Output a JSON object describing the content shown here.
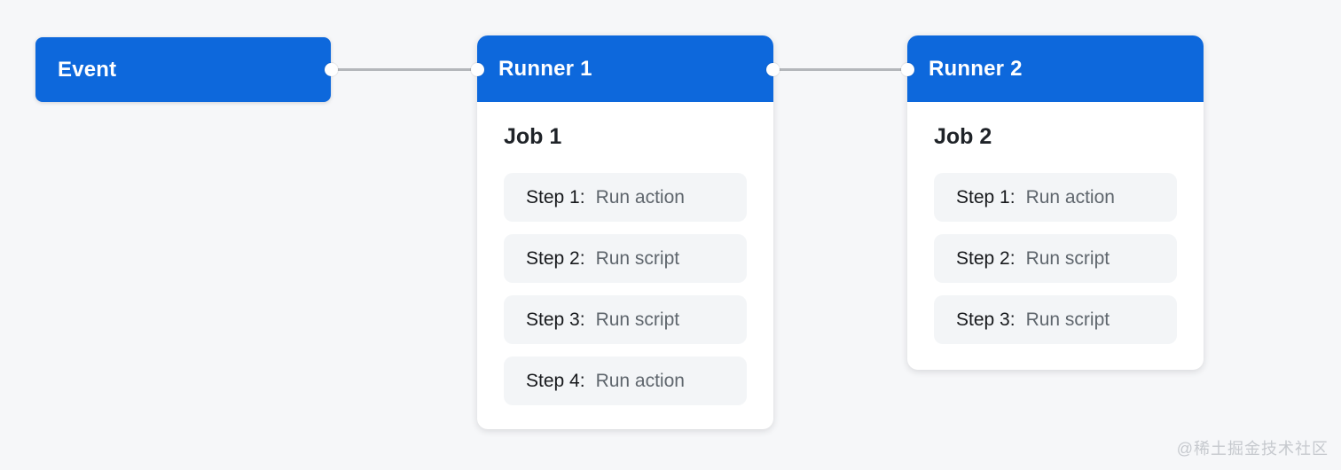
{
  "diagram": {
    "event": {
      "label": "Event"
    },
    "runners": [
      {
        "title": "Runner 1",
        "job": {
          "title": "Job 1",
          "steps": [
            {
              "label": "Step 1:",
              "action": "Run action"
            },
            {
              "label": "Step 2:",
              "action": "Run script"
            },
            {
              "label": "Step 3:",
              "action": "Run script"
            },
            {
              "label": "Step 4:",
              "action": "Run action"
            }
          ]
        }
      },
      {
        "title": "Runner 2",
        "job": {
          "title": "Job 2",
          "steps": [
            {
              "label": "Step 1:",
              "action": "Run action"
            },
            {
              "label": "Step 2:",
              "action": "Run script"
            },
            {
              "label": "Step 3:",
              "action": "Run script"
            }
          ]
        }
      }
    ]
  },
  "watermark": "@稀土掘金技术社区",
  "colors": {
    "accent_blue": "#0d68dc",
    "canvas_background": "#f6f7f9",
    "card_background": "#ffffff",
    "step_background": "#f3f5f7",
    "connector_line": "#b4b7bb",
    "connector_dot": "#ffffff",
    "job_title_text": "#1f2328",
    "step_label_text": "#17191c",
    "step_action_text": "#5f666d",
    "watermark_text": "#c6c9ce"
  }
}
